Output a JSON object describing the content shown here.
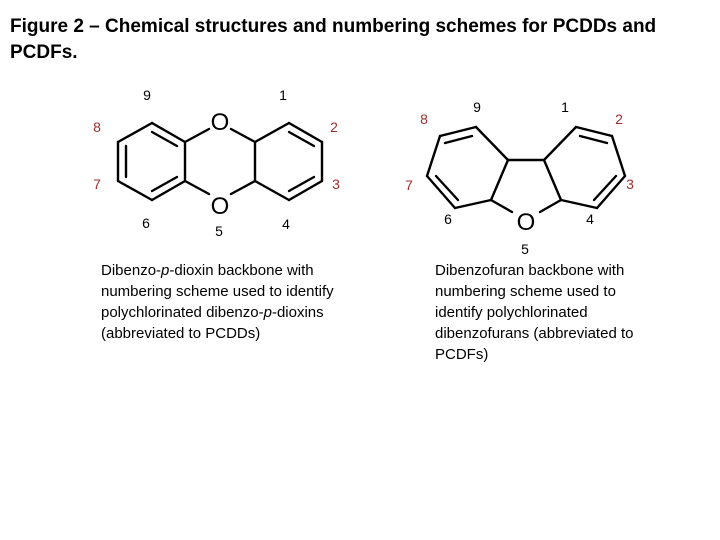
{
  "title": "Figure 2 – Chemical structures and numbering schemes for PCDDs and PCDFs.",
  "colors": {
    "red_number": "#a0302e",
    "black": "#000000"
  },
  "dioxin": {
    "oxygen_top": "O",
    "oxygen_bottom": "O",
    "numbers": {
      "n1": "1",
      "n2": "2",
      "n3": "3",
      "n4": "4",
      "n5": "5",
      "n6": "6",
      "n7": "7",
      "n8": "8",
      "n9": "9"
    },
    "caption": {
      "part1": "Dibenzo-",
      "p1": "p",
      "part2": "-dioxin backbone with numbering scheme used to identify polychlorinated dibenzo-",
      "p2": "p",
      "part3": "-dioxins (abbreviated to PCDDs)"
    }
  },
  "furan": {
    "oxygen": "O",
    "numbers": {
      "n1": "1",
      "n2": "2",
      "n3": "3",
      "n4": "4",
      "n5": "5",
      "n6": "6",
      "n7": "7",
      "n8": "8",
      "n9": "9"
    },
    "caption": "Dibenzofuran backbone with numbering scheme used to identify polychlorinated dibenzofurans (abbreviated to PCDFs)"
  }
}
